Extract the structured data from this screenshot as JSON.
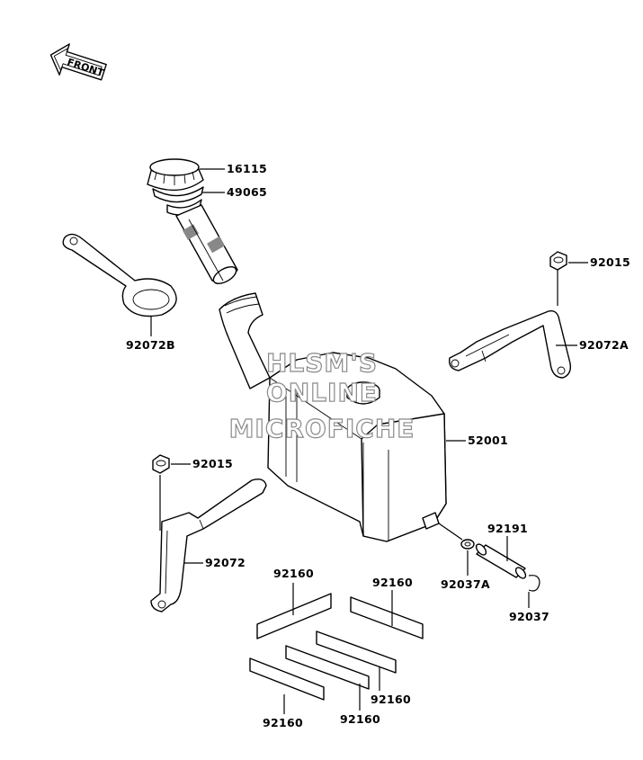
{
  "front_label": "FRONT",
  "watermark": [
    "HLSM'S",
    "ONLINE",
    "MICROFICHE"
  ],
  "parts": {
    "p16115": "16115",
    "p49065": "49065",
    "p92072B": "92072B",
    "p92015_upper": "92015",
    "p92072A": "92072A",
    "p52001": "52001",
    "p92015_lower": "92015",
    "p92072": "92072",
    "p92191": "92191",
    "p92037A": "92037A",
    "p92037": "92037",
    "p92160_a": "92160",
    "p92160_b": "92160",
    "p92160_c": "92160",
    "p92160_d": "92160",
    "p92160_e": "92160"
  }
}
